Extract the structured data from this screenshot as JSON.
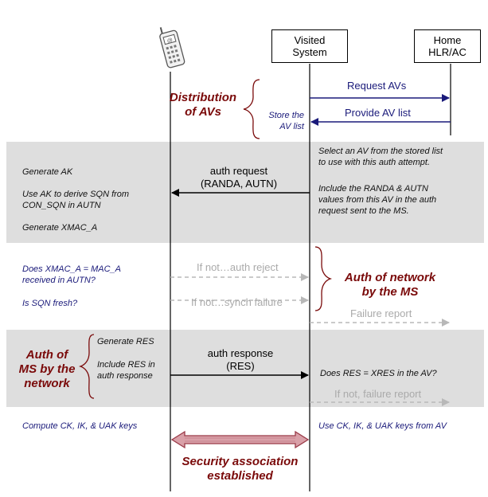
{
  "entities": {
    "visited": [
      "Visited",
      "System"
    ],
    "home": [
      "Home",
      "HLR/AC"
    ]
  },
  "distribution": {
    "title": [
      "Distribution",
      "of AVs"
    ],
    "store": [
      "Store the",
      "AV list"
    ],
    "request_label": "Request AVs",
    "provide_label": "Provide AV list"
  },
  "section1": {
    "ms_notes": [
      "Generate AK",
      "Use AK to derive SQN from",
      "CON_SQN in AUTN",
      "Generate XMAC_A"
    ],
    "auth_request": [
      "auth request",
      "(RANDA, AUTN)"
    ],
    "vs_notes": [
      "Select an AV from the stored list",
      "to use with this auth attempt.",
      "Include the RANDA & AUTN",
      "values from this AV in the auth",
      "request sent to the MS."
    ]
  },
  "section2": {
    "ms_checks": [
      "Does XMAC_A = MAC_A",
      "received in AUTN?",
      "Is SQN fresh?"
    ],
    "reject_label": "If not…auth reject",
    "synch_label": "If not…synch failure",
    "failure_label": "Failure report",
    "auth_network": [
      "Auth of network",
      "by the MS"
    ]
  },
  "section3": {
    "auth_ms": [
      "Auth of",
      "MS by the",
      "network"
    ],
    "ms_notes": [
      "Generate RES",
      "Include RES in",
      "auth response"
    ],
    "auth_response": [
      "auth response",
      "(RES)"
    ],
    "vs_check": "Does RES = XRES in the AV?",
    "failure_label": "If not, failure report"
  },
  "keys": {
    "ms": "Compute CK, IK, & UAK keys",
    "vs": "Use CK, IK, & UAK keys from AV"
  },
  "security": [
    "Security association",
    "established"
  ],
  "colors": {
    "band": "#dedede",
    "navy": "#1a1a7a",
    "darkred": "#7a0a0a",
    "gray": "#aaaaaa",
    "secfill": "#d9a0a8",
    "secstroke": "#9a3a48"
  },
  "icons": [
    "phone-icon"
  ]
}
